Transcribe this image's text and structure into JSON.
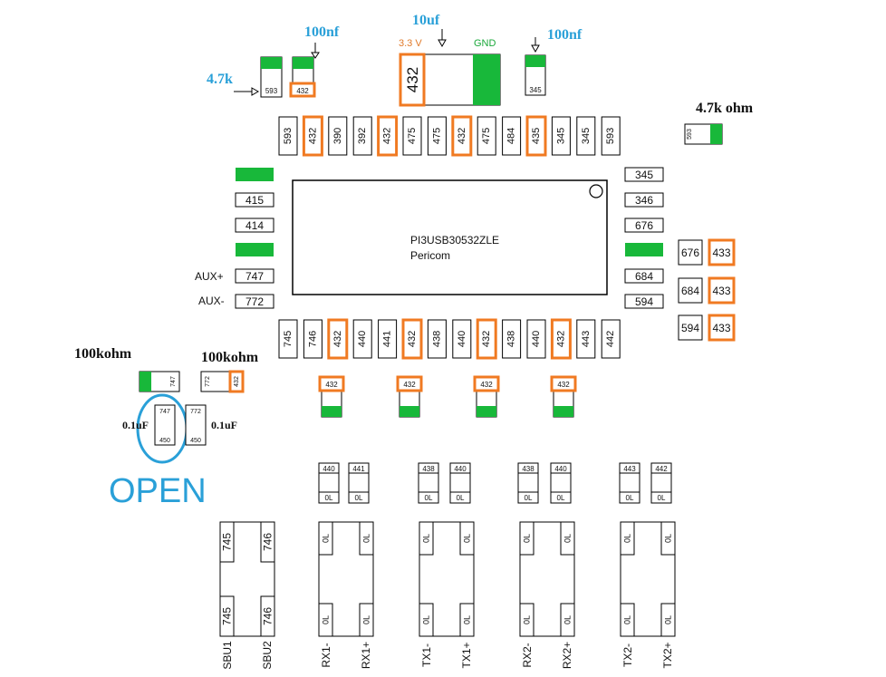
{
  "chip": {
    "part": "PI3USB30532ZLE",
    "maker": "Pericom"
  },
  "annotations": {
    "cap_10uf": "10uf",
    "cap_100nf_left": "100nf",
    "cap_100nf_right": "100nf",
    "res_4k7_left": "4.7k",
    "res_4k7_ohm": "4.7k ohm",
    "v33": "3.3 V",
    "gnd": "GND",
    "r100k_left": "100kohm",
    "r100k_right": "100kohm",
    "cap_01uf_left": "0.1uF",
    "cap_01uf_right": "0.1uF",
    "open": "OPEN",
    "aux_plus": "AUX+",
    "aux_minus": "AUX-"
  },
  "parts": {
    "c100_left": "432",
    "c10uf": "432",
    "c100_right": "345",
    "r4k7_left": "593",
    "r4k7_right": "593",
    "r100k_left": "747",
    "r100k_right_a": "772",
    "r100k_right_b": "432",
    "c01_left_top": "747",
    "c01_left_bot": "450",
    "c01_right_top": "772",
    "c01_right_bot": "450"
  },
  "top_pins": [
    "593",
    "432",
    "390",
    "392",
    "432",
    "475",
    "475",
    "432",
    "475",
    "484",
    "435",
    "345",
    "345",
    "593"
  ],
  "bottom_pins": [
    "745",
    "746",
    "432",
    "440",
    "441",
    "432",
    "438",
    "440",
    "432",
    "438",
    "440",
    "432",
    "443",
    "442"
  ],
  "left_pins": [
    "",
    "415",
    "414",
    "",
    "747",
    "772"
  ],
  "right_pins": [
    "345",
    "346",
    "676",
    "",
    "684",
    "594"
  ],
  "side_pairs": [
    [
      "676",
      "433"
    ],
    [
      "684",
      "433"
    ],
    [
      "594",
      "433"
    ]
  ],
  "small_caps_under": [
    "432",
    "432",
    "432",
    "432"
  ],
  "ac_caps": [
    {
      "top": "440",
      "bot": "0L"
    },
    {
      "top": "441",
      "bot": "0L"
    },
    {
      "top": "438",
      "bot": "0L"
    },
    {
      "top": "440",
      "bot": "0L"
    },
    {
      "top": "438",
      "bot": "0L"
    },
    {
      "top": "440",
      "bot": "0L"
    },
    {
      "top": "443",
      "bot": "0L"
    },
    {
      "top": "442",
      "bot": "0L"
    }
  ],
  "connectors": [
    {
      "pins": [
        "745",
        "746",
        "745",
        "746"
      ],
      "labels": [
        "SBU1",
        "SBU2"
      ]
    },
    {
      "pins": [
        "0L",
        "0L",
        "0L",
        "0L"
      ],
      "labels": [
        "RX1-",
        "RX1+"
      ]
    },
    {
      "pins": [
        "0L",
        "0L",
        "0L",
        "0L"
      ],
      "labels": [
        "TX1-",
        "TX1+"
      ]
    },
    {
      "pins": [
        "0L",
        "0L",
        "0L",
        "0L"
      ],
      "labels": [
        "RX2-",
        "RX2+"
      ]
    },
    {
      "pins": [
        "0L",
        "0L",
        "0L",
        "0L"
      ],
      "labels": [
        "TX2-",
        "TX2+"
      ]
    }
  ]
}
